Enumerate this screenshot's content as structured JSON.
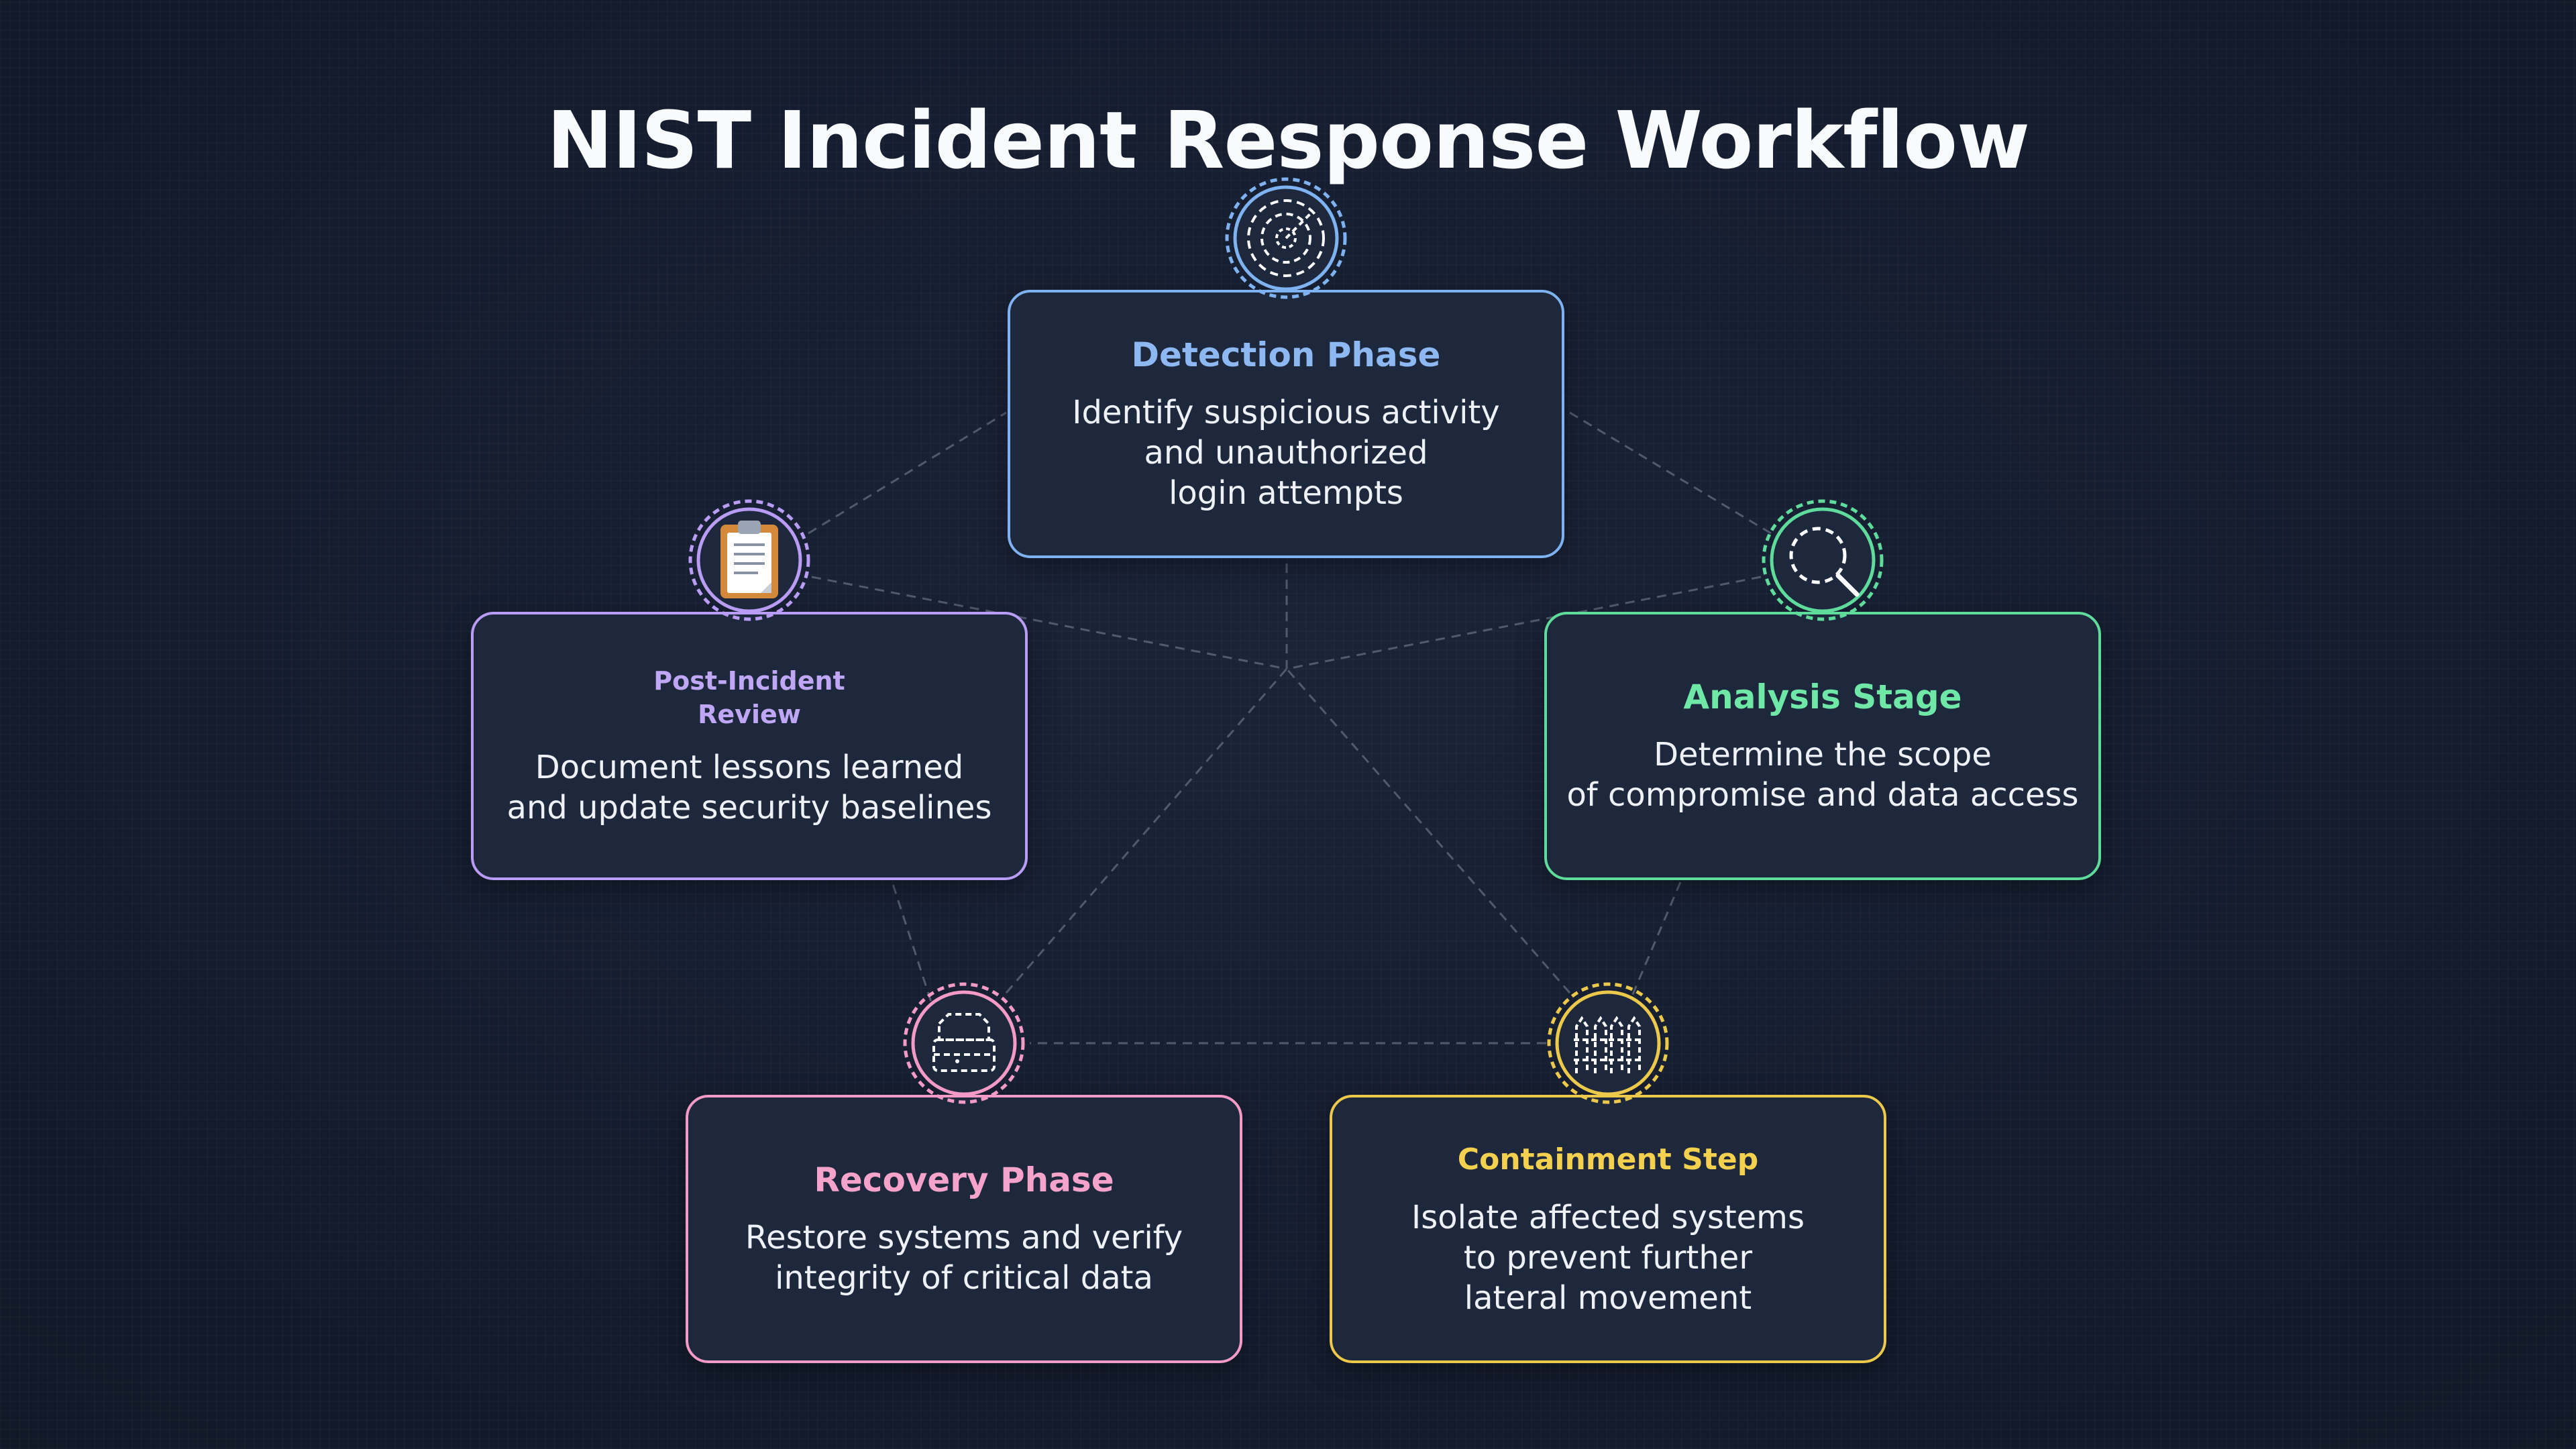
{
  "title": "NIST Incident Response Workflow",
  "phases": [
    {
      "id": "detection",
      "title": "Detection Phase",
      "description": "Identify suspicious activity\nand unauthorized\nlogin attempts",
      "color": "#7fb2f0",
      "icon": "radar-icon"
    },
    {
      "id": "analysis",
      "title": "Analysis Stage",
      "description": "Determine the scope\nof compromise and data access",
      "color": "#5fdc9c",
      "icon": "magnifier-icon"
    },
    {
      "id": "containment",
      "title": "Containment Step",
      "description": "Isolate affected systems\nto prevent further\nlateral movement",
      "color": "#ecc94b",
      "icon": "fence-icon"
    },
    {
      "id": "recovery",
      "title": "Recovery Phase",
      "description": "Restore systems and verify\nintegrity of critical data",
      "color": "#f49ac7",
      "icon": "database-icon"
    },
    {
      "id": "review",
      "title": "Post-Incident\nReview",
      "description": "Document lessons learned\nand update security baselines",
      "color": "#b99cf3",
      "icon": "clipboard-icon"
    }
  ]
}
